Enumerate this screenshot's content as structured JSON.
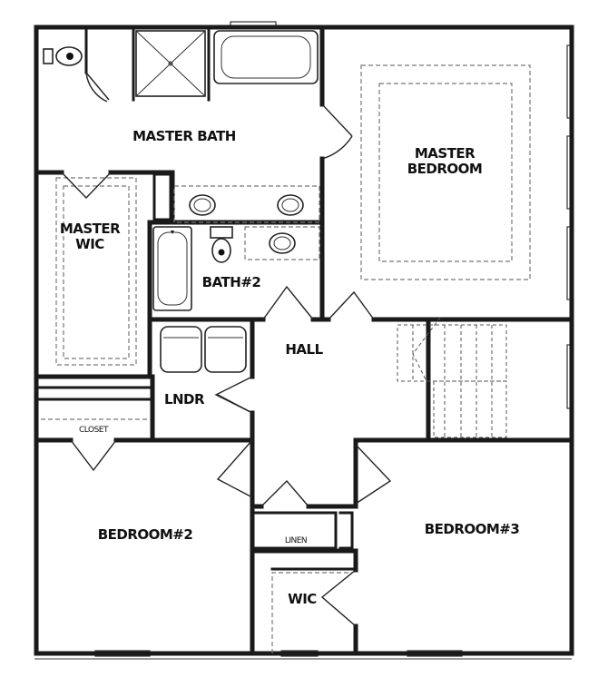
{
  "rooms": {
    "master_bath": "MASTER BATH",
    "master_bedroom_1": "MASTER",
    "master_bedroom_2": "BEDROOM",
    "master_wic_1": "MASTER",
    "master_wic_2": "WIC",
    "bath2": "BATH#2",
    "hall": "HALL",
    "lndr": "LNDR",
    "closet": "CLOSET",
    "bedroom2": "BEDROOM#2",
    "bedroom3": "BEDROOM#3",
    "linen": "LINEN",
    "wic": "WIC"
  }
}
